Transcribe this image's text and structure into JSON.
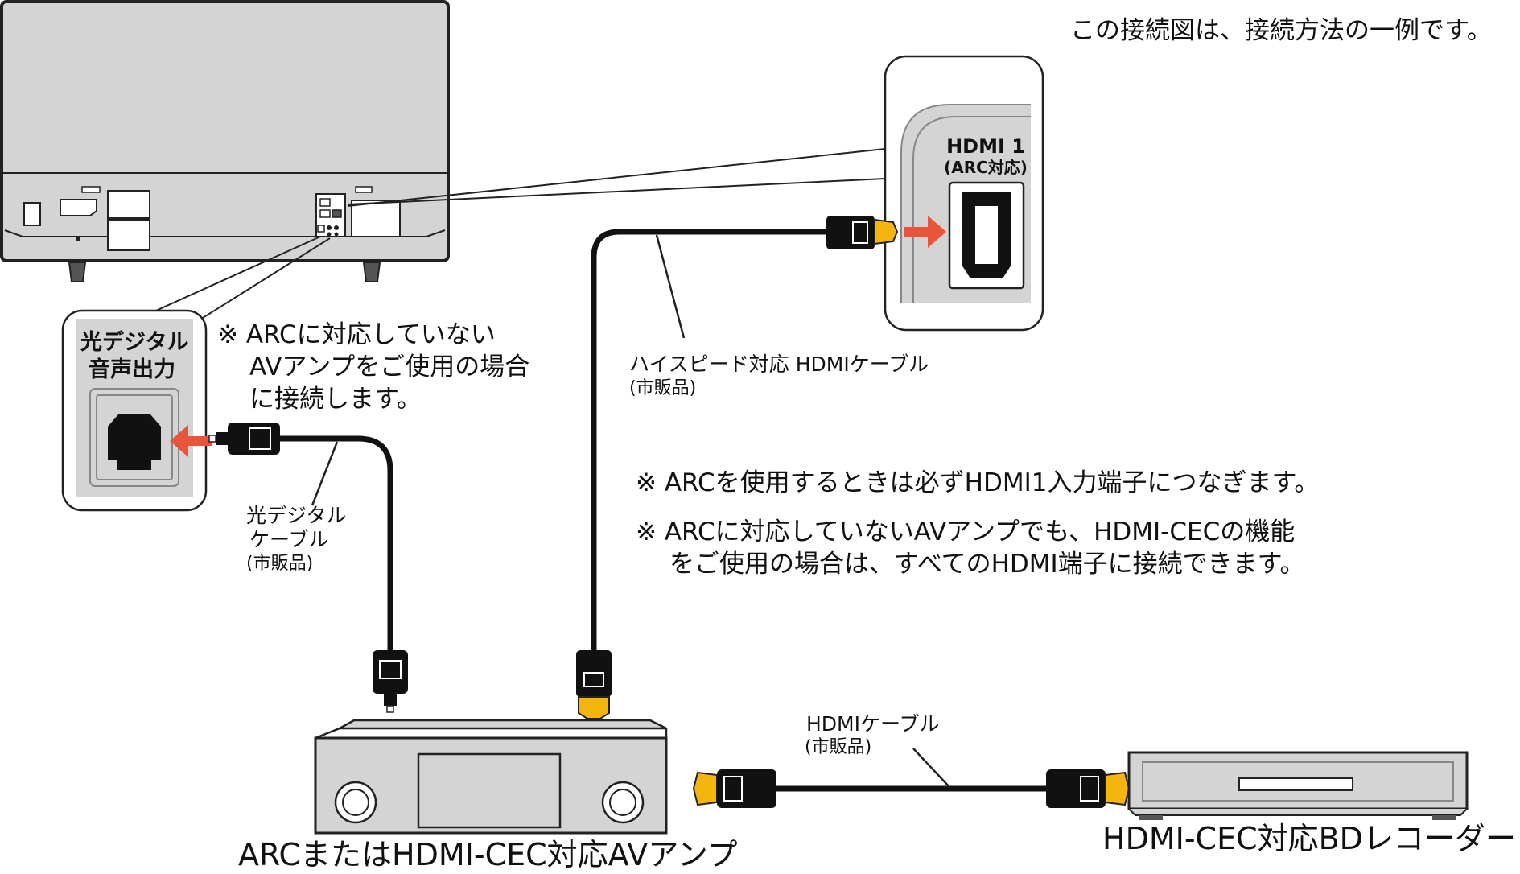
{
  "header_note": "この接続図は、接続方法の一例です。",
  "colors": {
    "panel_fill": "#d4d4d4",
    "outline": "#222222",
    "cable": "#111111",
    "arrow": "#e8553a",
    "plug_tip": "#f5b50f"
  },
  "hdmi_port": {
    "title": "HDMI 1",
    "subtitle": "(ARC対応)"
  },
  "optical_port": {
    "line1": "光デジタル",
    "line2": "音声出力"
  },
  "optical_note": {
    "line1": "※ ARCに対応していない",
    "line2": "AVアンプをご使用の場合",
    "line3": "に接続します。"
  },
  "hs_hdmi_cable": {
    "name": "ハイスピード対応 HDMIケーブル",
    "sub": "(市販品)"
  },
  "optical_cable": {
    "line1": "光デジタル",
    "line2": "ケーブル",
    "sub": "(市販品)"
  },
  "notes": {
    "arc_note": "※ ARCを使用するときは必ずHDMI1入力端子につなぎます。",
    "cec_line1": "※ ARCに対応していないAVアンプでも、HDMI-CECの機能",
    "cec_line2": "をご使用の場合は、すべてのHDMI端子に接続できます。"
  },
  "hdmi_cable": {
    "name": "HDMIケーブル",
    "sub": "(市販品)"
  },
  "devices": {
    "av_amp": "ARCまたはHDMI-CEC対応AVアンプ",
    "bd_recorder": "HDMI-CEC対応BDレコーダー"
  }
}
